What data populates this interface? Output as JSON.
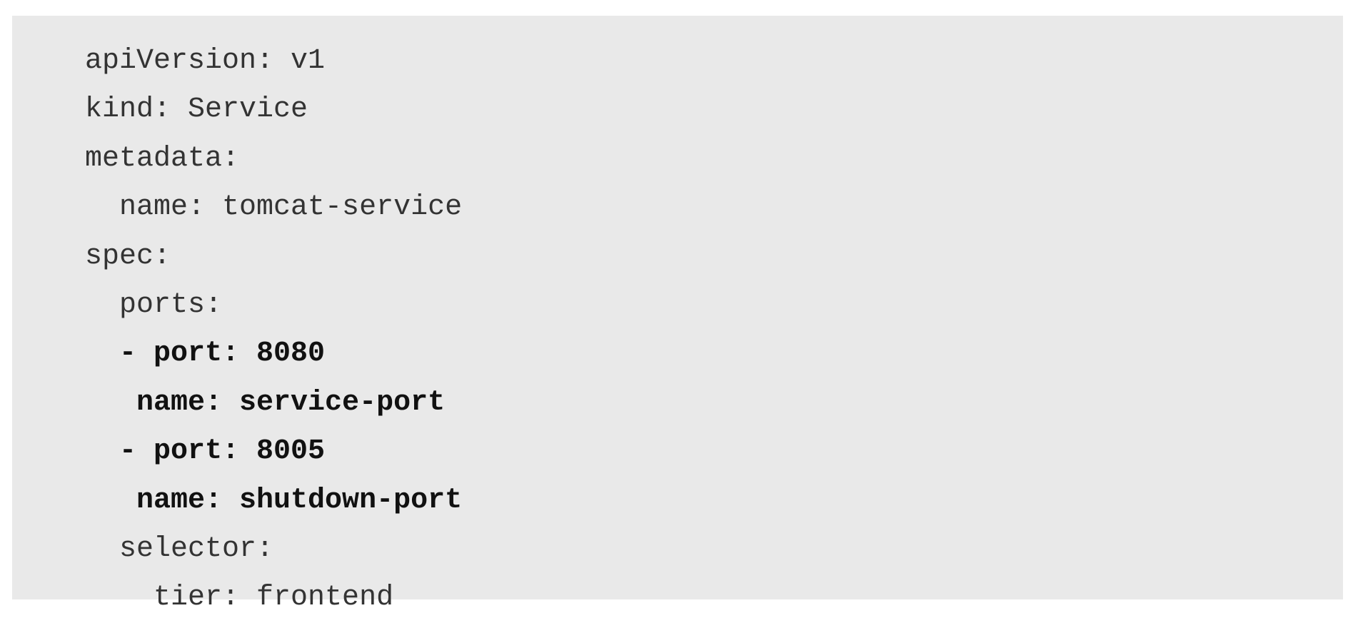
{
  "code": {
    "lines": [
      {
        "text": "apiVersion: v1",
        "bold": false
      },
      {
        "text": "kind: Service",
        "bold": false
      },
      {
        "text": "metadata:",
        "bold": false
      },
      {
        "text": "  name: tomcat-service",
        "bold": false
      },
      {
        "text": "spec:",
        "bold": false
      },
      {
        "text": "  ports:",
        "bold": false
      },
      {
        "text": "  - port: 8080",
        "bold": true
      },
      {
        "text": "   name: service-port",
        "bold": true
      },
      {
        "text": "  - port: 8005",
        "bold": true
      },
      {
        "text": "   name: shutdown-port",
        "bold": true
      },
      {
        "text": "  selector:",
        "bold": false
      },
      {
        "text": "    tier: frontend",
        "bold": false
      }
    ]
  },
  "colors": {
    "block_background": "#e9e9e9",
    "text": "#333333",
    "bold_text": "#111111"
  }
}
